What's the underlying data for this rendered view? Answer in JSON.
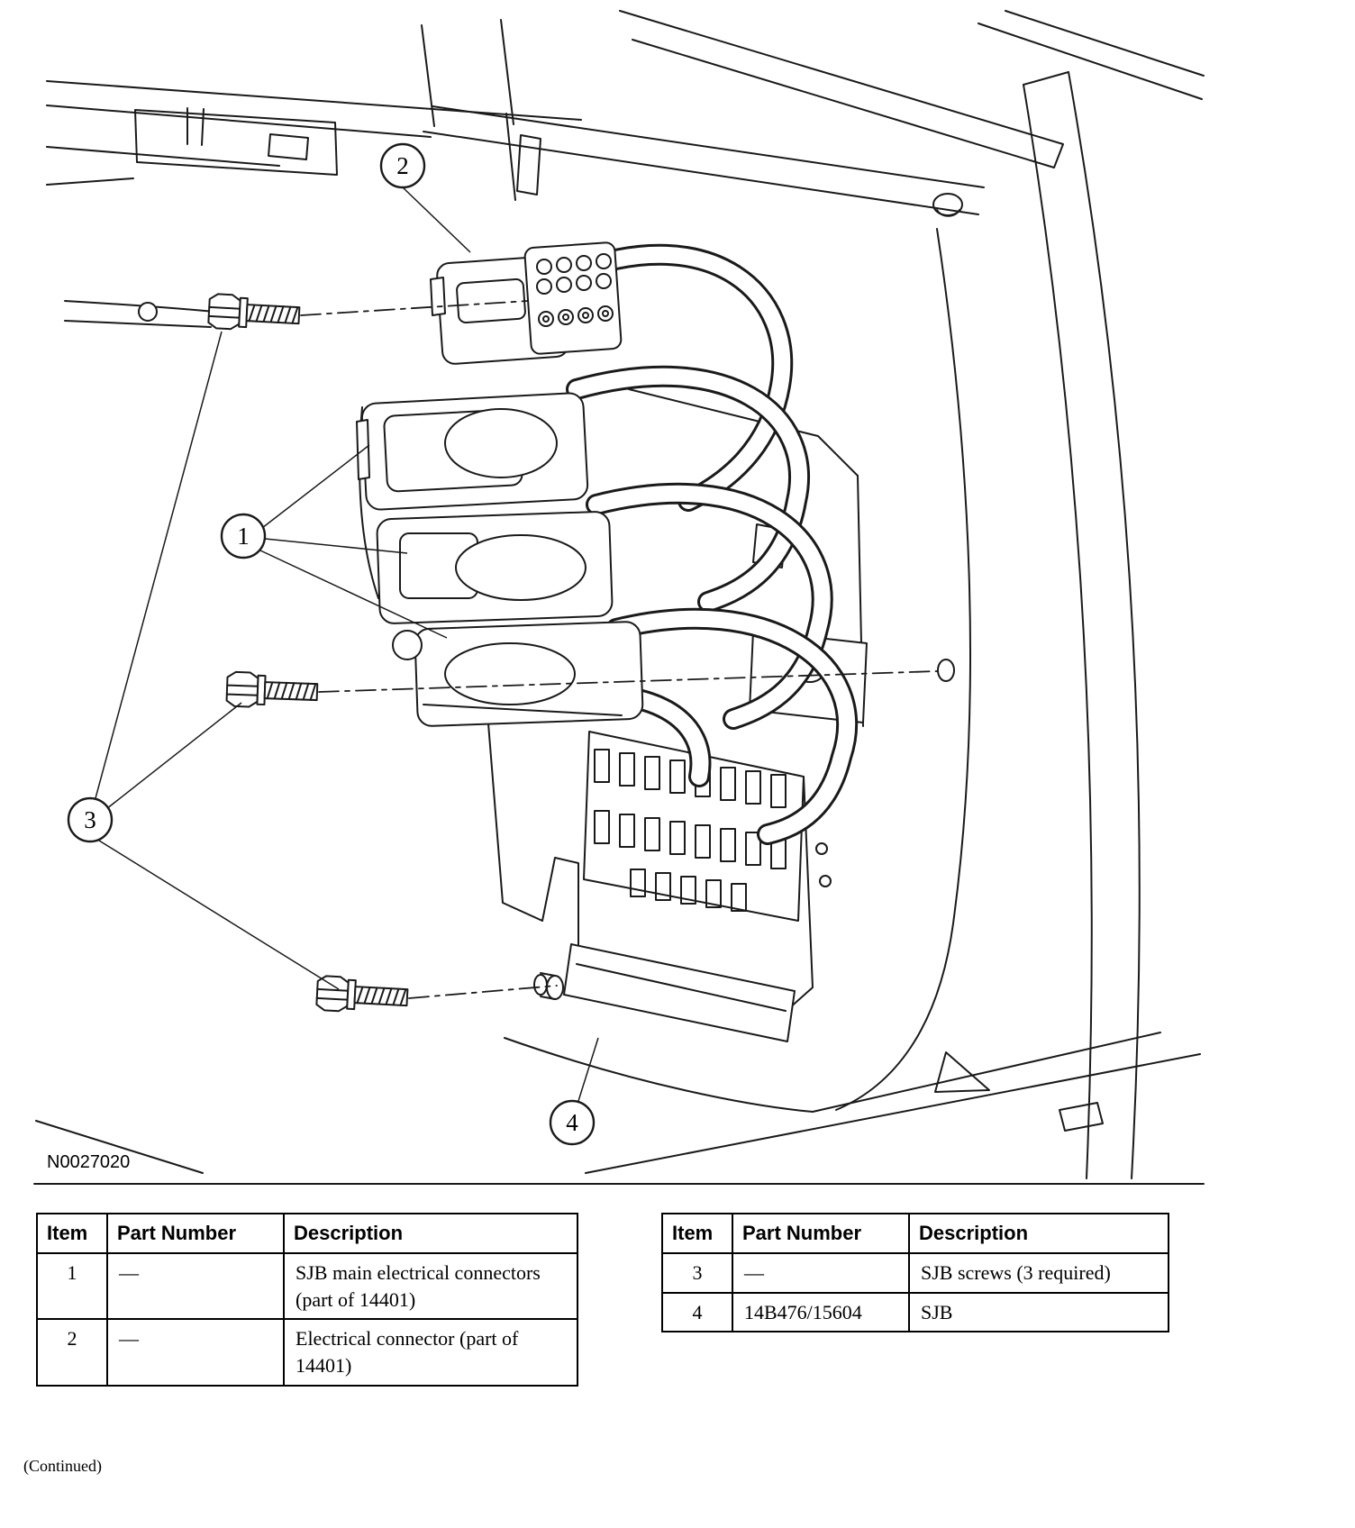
{
  "figure": {
    "id_label": "N0027020",
    "callouts": [
      {
        "number": "1"
      },
      {
        "number": "2"
      },
      {
        "number": "3"
      },
      {
        "number": "4"
      }
    ]
  },
  "tables": [
    {
      "headers": [
        "Item",
        "Part Number",
        "Description"
      ],
      "rows": [
        {
          "item": "1",
          "part_number": "—",
          "description": "SJB main electrical connectors (part of 14401)"
        },
        {
          "item": "2",
          "part_number": "—",
          "description": "Electrical connector (part of 14401)"
        }
      ]
    },
    {
      "headers": [
        "Item",
        "Part Number",
        "Description"
      ],
      "rows": [
        {
          "item": "3",
          "part_number": "—",
          "description": "SJB screws (3 required)"
        },
        {
          "item": "4",
          "part_number": "14B476/15604",
          "description": "SJB"
        }
      ]
    }
  ],
  "footer": {
    "continued_label": "(Continued)"
  }
}
